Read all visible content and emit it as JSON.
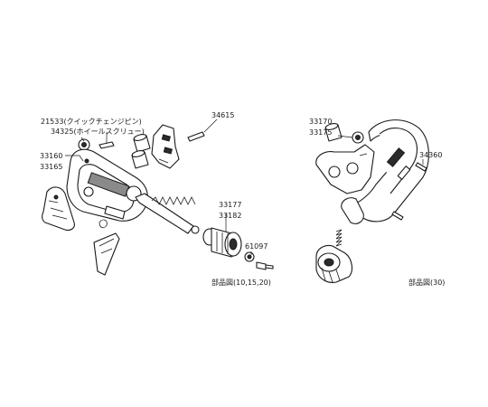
{
  "diagram_left": {
    "labels": {
      "p21533": "21533(クイックチェンジピン)",
      "p34325": "34325(ホイールスクリュー)",
      "p33160": "33160",
      "p33165": "33165",
      "p34615": "34615",
      "p33177": "33177",
      "p33182": "33182",
      "p61097": "61097"
    },
    "caption": "部品図(10,15,20)"
  },
  "diagram_right": {
    "labels": {
      "p33170": "33170",
      "p33175": "33175",
      "p34360": "34360"
    },
    "caption": "部品図(30)"
  }
}
